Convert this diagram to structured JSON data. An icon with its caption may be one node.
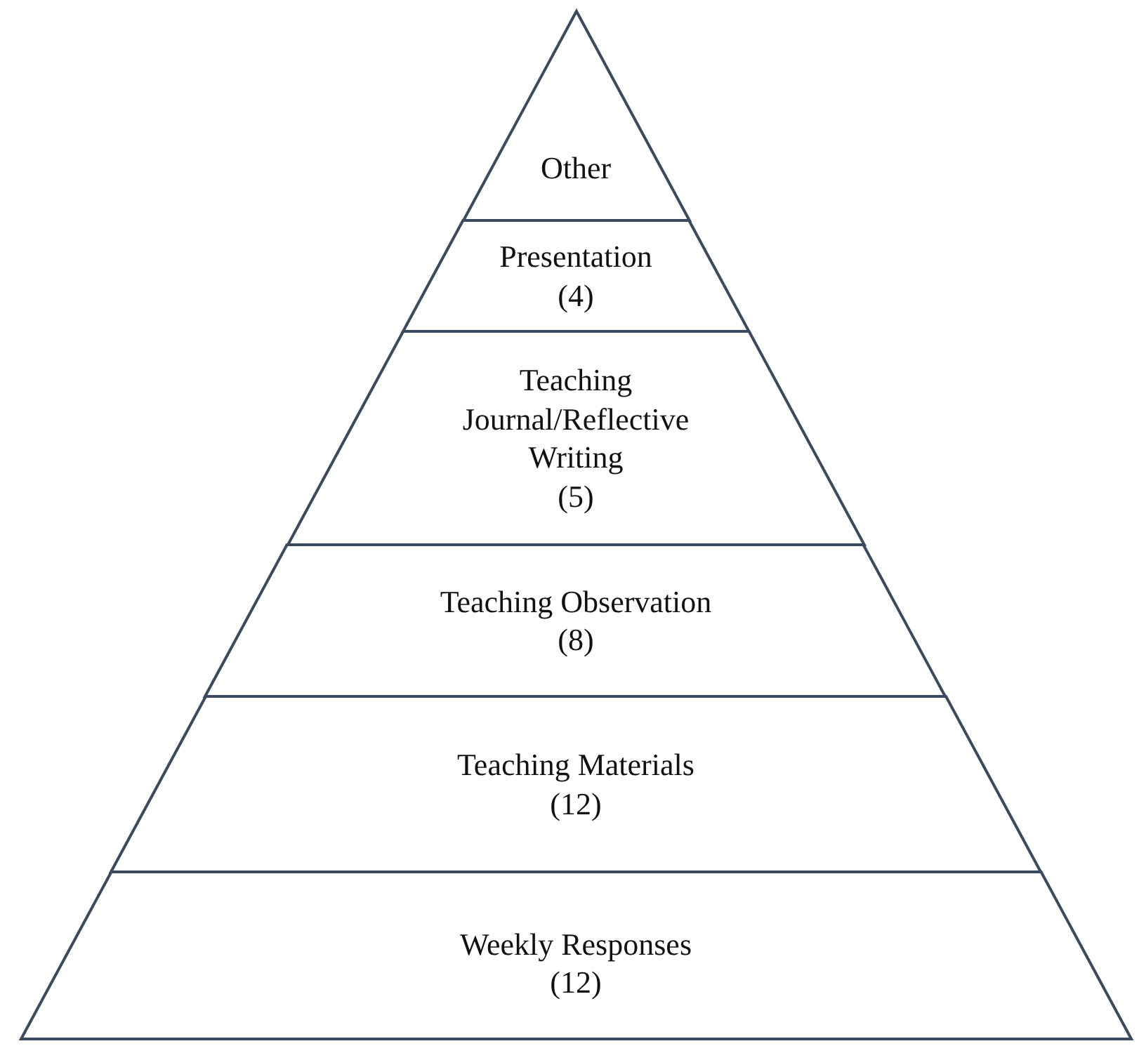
{
  "diagram": {
    "nodes": [
      {
        "text": [
          "Other"
        ]
      },
      {
        "text": [
          "Presentation",
          "(4)"
        ]
      },
      {
        "text": [
          "Teaching Journal/Reflective Writing",
          "(5)"
        ]
      },
      {
        "text": [
          "Teaching Observation",
          "(8)"
        ]
      },
      {
        "text": [
          "Teaching Materials",
          "(12)"
        ]
      },
      {
        "text": [
          "Weekly Responses",
          "(12)"
        ]
      }
    ]
  }
}
